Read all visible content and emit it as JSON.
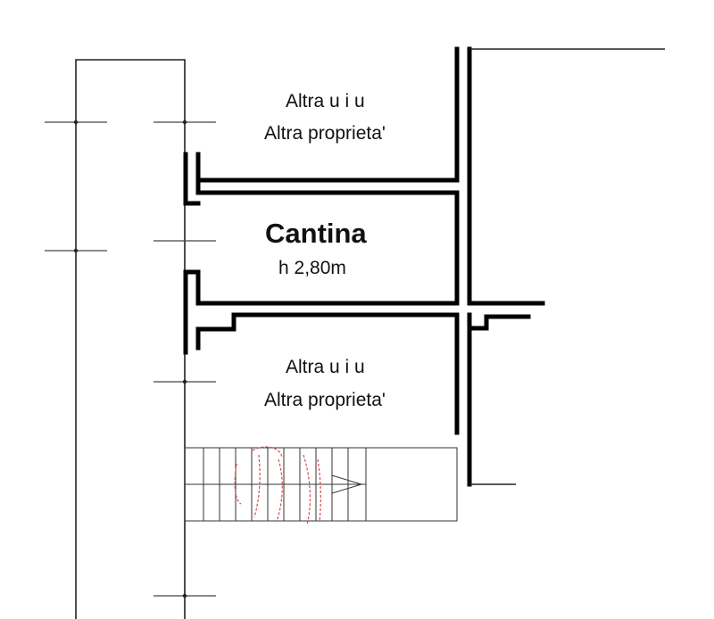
{
  "rooms": {
    "top": {
      "line1": "Altra u i u",
      "line2": "Altra proprieta'"
    },
    "cellar": {
      "name": "Cantina",
      "height": "h 2,80m"
    },
    "bottom": {
      "line1": "Altra u i u",
      "line2": "Altra proprieta'"
    }
  },
  "colors": {
    "walls": "#000000",
    "markup": "#d44a4a",
    "background": "#ffffff"
  }
}
